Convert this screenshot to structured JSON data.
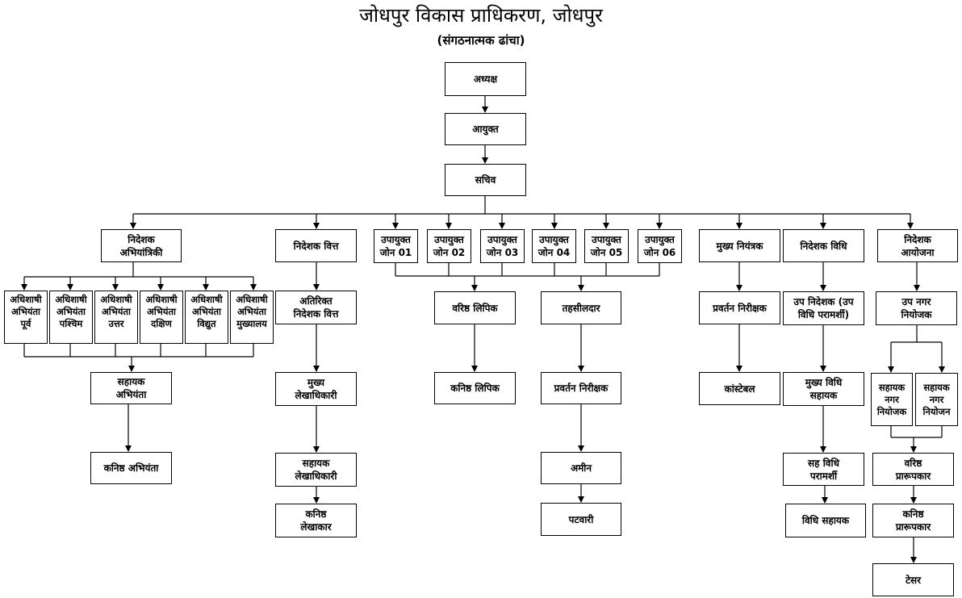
{
  "header": {
    "title": "जोधपुर विकास प्राधिकरण, जोधपुर",
    "subtitle": "(संगठनात्मक ढांचा)"
  },
  "nodes": {
    "adhyaksh": "अध्यक्ष",
    "ayukt": "आयुक्त",
    "sachiv": "सचिव",
    "nideshak_abhiyantriki": "निदेशक\nअभियांत्रिकी",
    "ae_purv": "अधिशाषी\nअभियंता\nपूर्व",
    "ae_paschim": "अधिशाषी\nअभियंता\nपश्चिम",
    "ae_uttar": "अधिशाषी\nअभियंता\nउत्तर",
    "ae_dakshin": "अधिशाषी\nअभियंता\nदक्षिण",
    "ae_vidyut": "अधिशाषी\nअभियंता\nविद्युत",
    "ae_mukhyalay": "अधिशाषी\nअभियंता\nमुख्यालय",
    "sahayak_abhiyanta": "सहायक\nअभियंता",
    "kanishth_abhiyanta": "कनिष्ठ अभियंता",
    "nideshak_vitt": "निदेशक वित्त",
    "atirikt_nideshak_vitt": "अतिरिक्त\nनिदेशक वित्त",
    "mukhya_lekhadhikari": "मुख्य\nलेखाधिकारी",
    "sahayak_lekhadhikari": "सहायक\nलेखाधिकारी",
    "kanishth_lekhakar": "कनिष्ठ\nलेखाकार",
    "upayukt_01": "उपायुक्त\nजोन 01",
    "upayukt_02": "उपायुक्त\nजोन 02",
    "upayukt_03": "उपायुक्त\nजोन 03",
    "upayukt_04": "उपायुक्त\nजोन 04",
    "upayukt_05": "उपायुक्त\nजोन 05",
    "upayukt_06": "उपायुक्त\nजोन 06",
    "varishth_lipik": "वरिष्ठ लिपिक",
    "kanishth_lipik": "कनिष्ठ लिपिक",
    "tahsildar": "तहसीलदार",
    "pravartan_nirikshak_2": "प्रवर्तन निरीक्षक",
    "amin": "अमीन",
    "patwari": "पटवारी",
    "mukhya_niyantrak": "मुख्य नियंत्रक",
    "pravartan_nirikshak_1": "प्रवर्तन निरीक्षक",
    "constable": "कांस्टेबल",
    "nideshak_vidhi": "निदेशक विधि",
    "up_nideshak": "उप निदेशक (उप\nविधि परामर्शी)",
    "mukhya_vidhi_sahayak": "मुख्य विधि\nसहायक",
    "sah_vidhi_paramarshi": "सह विधि\nपरामर्शी",
    "vidhi_sahayak": "विधि सहायक",
    "nideshak_ayojana": "निदेशक\nआयोजना",
    "up_nagar_niyojak": "उप नगर\nनियोजक",
    "sahayak_nagar_niyojak": "सहायक\nनगर\nनियोजक",
    "sahayak_nagar_niyojan": "सहायक\nनगर\nनियोजन",
    "varishth_prarupkar": "वरिष्ठ\nप्रारूपकार",
    "kanishth_prarupkar": "कनिष्ठ\nप्रारूपकार",
    "tesar": "टेसर"
  }
}
